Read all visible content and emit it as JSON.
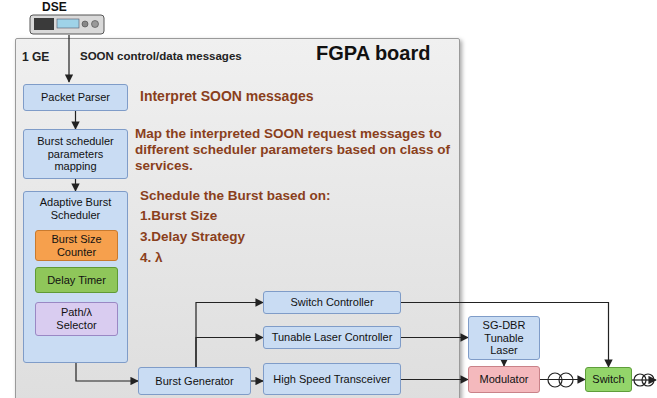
{
  "diagram": {
    "nodes": [
      {
        "text": [
          "FGPA board"
        ]
      },
      {
        "text": [
          "Packet Parser"
        ],
        "in": 0
      },
      {
        "text": [
          "Burst scheduler parameters mapping"
        ],
        "in": 0
      },
      {
        "text": [
          "Adaptive Burst Scheduler"
        ],
        "in": 0
      },
      {
        "text": [
          "Burst Size Counter"
        ],
        "in": 3
      },
      {
        "text": [
          "Delay Timer"
        ],
        "in": 3
      },
      {
        "text": [
          "Path/λ Selector"
        ],
        "in": 3
      },
      {
        "text": [
          "Switch Controller"
        ],
        "in": 0
      },
      {
        "text": [
          "Tunable Laser Controller"
        ],
        "in": 0
      },
      {
        "text": [
          "Burst Generator"
        ],
        "in": 0
      },
      {
        "text": [
          "High Speed Transceiver"
        ],
        "in": 0
      },
      {
        "text": [
          "SG-DBR Tunable Laser"
        ]
      },
      {
        "text": [
          "Modulator"
        ]
      },
      {
        "text": [
          "Switch"
        ]
      }
    ],
    "edges": [
      {
        "from": 1,
        "to": 2,
        "arrow": "to"
      },
      {
        "from": 2,
        "to": 3,
        "arrow": "to"
      },
      {
        "from": 3,
        "to": 9,
        "arrow": "to"
      },
      {
        "from": 9,
        "to": 7,
        "arrow": "to"
      },
      {
        "from": 9,
        "to": 8,
        "arrow": "to"
      },
      {
        "from": 9,
        "to": 10,
        "arrow": "to"
      },
      {
        "from": 7,
        "to": 13,
        "arrow": "to"
      },
      {
        "from": 8,
        "to": 11,
        "arrow": "to"
      },
      {
        "from": 11,
        "to": 12,
        "arrow": "to"
      },
      {
        "from": 10,
        "to": 12,
        "arrow": "to"
      },
      {
        "from": 12,
        "to": 13,
        "arrow": "to"
      }
    ],
    "labels": [
      "DSE",
      "1 GE",
      "SOON control/data messages",
      "Interpret SOON messages",
      "Map the interpreted SOON request messages to different scheduler parameters based on class of services.",
      "Schedule the Burst based on:",
      "1.Burst Size",
      "3.Delay Strategy",
      "4. λ"
    ]
  }
}
